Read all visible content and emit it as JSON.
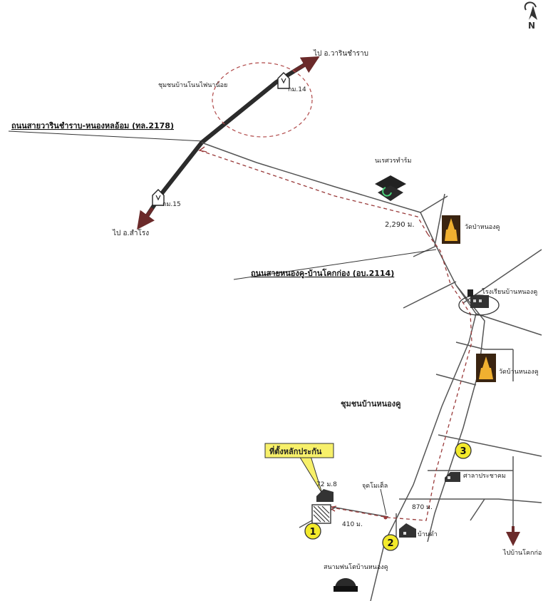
{
  "labels": {
    "to_warin": "ไป อ.วารินชำราบ",
    "km14": "กม.14",
    "community_nonpai": "ชุมชนบ้านโนนไฟนาน้อย",
    "road_warin": "ถนนสายวารินชำราบ-หนองหลอ้อม (ทล.2178)",
    "to_samrong": "ไป อ.สำโรง",
    "km15": "กม.15",
    "naresuan": "นเรศวรทำร้ม",
    "distance_2290": "2,290 ม.",
    "wat_pa": "วัดป่าหนองคู",
    "road_nongku": "ถนนสายหนองคู-บ้านโคกก่อง (อบ.2114)",
    "school": "โรงเรียนบ้านหนองคู",
    "wat_ban": "วัดบ้านหนองคู",
    "community_nongku": "ชุมชนบ้านหนองคู",
    "location_box": "ที่ตั้งหลักประกัน",
    "moo8": "72 ม.8",
    "check_point": "จุดโมเต็ล",
    "meeting_hall": "ศาลาประชาคม",
    "distance_870": "870 ม.",
    "distance_410": "410 ม.",
    "house": "บ้านดำ",
    "to_khokkong": "ไปบ้านโคกก่อ",
    "stadium": "สนามฟนโตบ้านหนองคู"
  },
  "markers": [
    "1",
    "2",
    "3"
  ],
  "colors": {
    "highway": "#2b2b2b",
    "arrow": "#6b2a2a",
    "route_dashed": "#9a3b3b",
    "circle_dashed": "#b04848",
    "marker_fill": "#f3ea2b",
    "callout_fill": "#f7f06a",
    "road": "#555555"
  }
}
